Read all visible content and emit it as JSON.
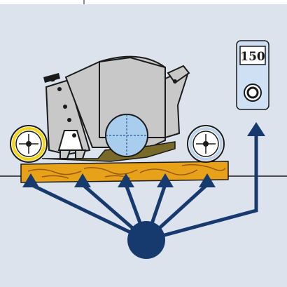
{
  "colors": {
    "background": "#dde3ec",
    "machine_body": "#c8c8c8",
    "outline": "#1a1a1a",
    "wood": "#e8a21a",
    "wood_grain": "#9a5a10",
    "drum": "#a9cdec",
    "gauge_yellow": "#f5d51a",
    "gauge_blue": "#bcd3ea",
    "arrow_navy": "#163a6e",
    "display_panel": "#cfe0f5",
    "sole_plate": "#7a6a2a"
  },
  "display": {
    "value": "150",
    "icon": "knob-circle-icon"
  },
  "gauges": {
    "left": {
      "icon": "crosshair-dial-icon",
      "ring_color": "yellow"
    },
    "right": {
      "icon": "crosshair-dial-icon",
      "ring_color": "blue"
    }
  },
  "hub": {
    "icon": "source-circle-icon",
    "arrows_up_count": 5,
    "arrow_to_display": true
  }
}
